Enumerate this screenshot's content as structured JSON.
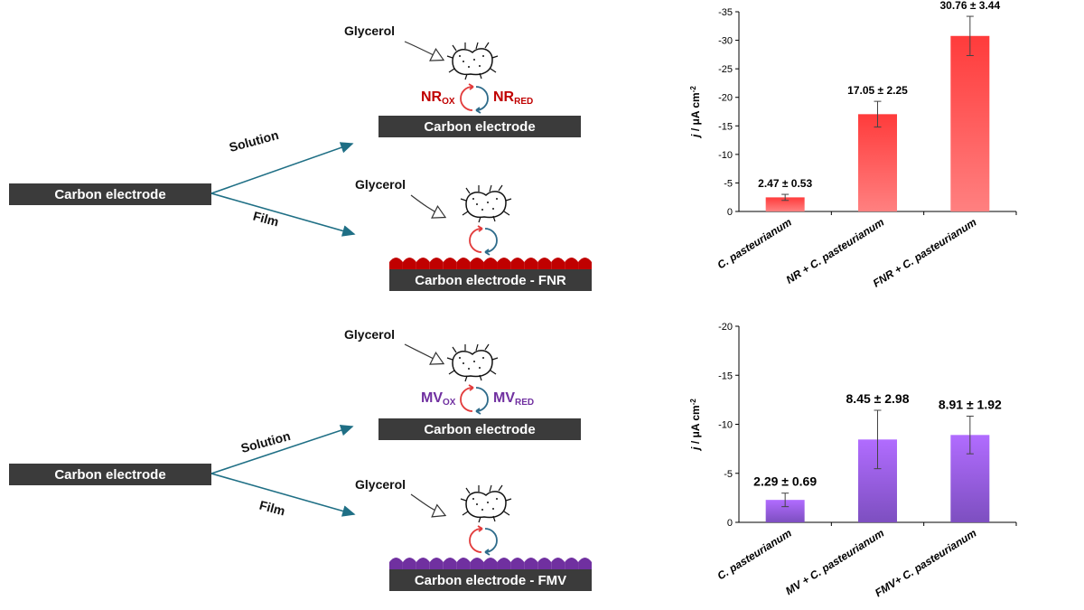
{
  "top": {
    "source_electrode": "Carbon electrode",
    "branch_solution": "Solution",
    "branch_film": "Film",
    "solution_panel": {
      "substrate": "Glycerol",
      "redox_ox_main": "NR",
      "redox_ox_sub": "OX",
      "redox_red_main": "NR",
      "redox_red_sub": "RED",
      "electrode": "Carbon electrode",
      "color": "#c00000"
    },
    "film_panel": {
      "substrate": "Glycerol",
      "electrode": "Carbon electrode - FNR",
      "film_color": "#c00000"
    }
  },
  "bottom": {
    "source_electrode": "Carbon electrode",
    "branch_solution": "Solution",
    "branch_film": "Film",
    "solution_panel": {
      "substrate": "Glycerol",
      "redox_ox_main": "MV",
      "redox_ox_sub": "OX",
      "redox_red_main": "MV",
      "redox_red_sub": "RED",
      "electrode": "Carbon electrode",
      "color": "#7030a0"
    },
    "film_panel": {
      "substrate": "Glycerol",
      "electrode": "Carbon electrode - FMV",
      "film_color": "#7030a0"
    }
  },
  "chart_data": [
    {
      "type": "bar",
      "categories": [
        "C. pasteurianum",
        "NR + C. pasteurianum",
        "FNR + C. pasteurianum"
      ],
      "values": [
        -2.47,
        -17.05,
        -30.76
      ],
      "errors": [
        0.53,
        2.25,
        3.44
      ],
      "data_labels": [
        "2.47 ± 0.53",
        "17.05  ± 2.25",
        "30.76 ± 3.44"
      ],
      "ylabel_prefix": "j",
      "ylabel_suffix": " / μA cm",
      "ylabel_sup": "-2",
      "ylim": [
        0,
        -35
      ],
      "yticks": [
        0,
        -5,
        -10,
        -15,
        -20,
        -25,
        -30,
        -35
      ],
      "ytick_labels": [
        "0",
        "-5",
        "-10",
        "-15",
        "-20",
        "-25",
        "-30",
        "-35"
      ],
      "bar_color_top": "#ff3b3b",
      "bar_color_bottom": "#ff8080"
    },
    {
      "type": "bar",
      "categories": [
        "C. pasteurianum",
        "MV + C. pasteurianum",
        "FMV+ C. pasteurianum"
      ],
      "values": [
        -2.29,
        -8.45,
        -8.91
      ],
      "errors": [
        0.69,
        2.98,
        1.92
      ],
      "data_labels": [
        "2.29 ± 0.69",
        "8.45 ± 2.98",
        "8.91  ± 1.92"
      ],
      "ylabel_prefix": "j",
      "ylabel_suffix": " / μA cm",
      "ylabel_sup": "-2",
      "ylim": [
        0,
        -20
      ],
      "yticks": [
        0,
        -5,
        -10,
        -15,
        -20
      ],
      "ytick_labels": [
        "0",
        "-5",
        "-10",
        "-15",
        "-20"
      ],
      "bar_color_top": "#b16cff",
      "bar_color_bottom": "#7d4fc0"
    }
  ]
}
